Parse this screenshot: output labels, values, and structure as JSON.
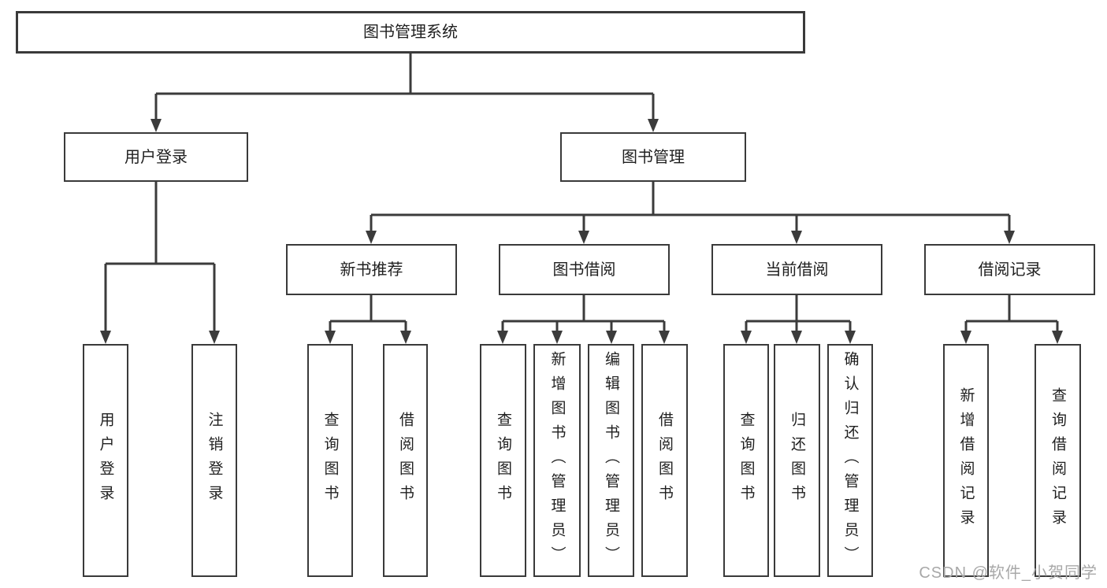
{
  "diagram": {
    "root": {
      "label": "图书管理系统"
    },
    "children": [
      {
        "label": "用户登录",
        "children": [
          {
            "label": "用户登录"
          },
          {
            "label": "注销登录"
          }
        ]
      },
      {
        "label": "图书管理",
        "children": [
          {
            "label": "新书推荐",
            "children": [
              {
                "label": "查询图书"
              },
              {
                "label": "借阅图书"
              }
            ]
          },
          {
            "label": "图书借阅",
            "children": [
              {
                "label": "查询图书"
              },
              {
                "label": "新增图书（管理员）"
              },
              {
                "label": "编辑图书（管理员）"
              },
              {
                "label": "借阅图书"
              }
            ]
          },
          {
            "label": "当前借阅",
            "children": [
              {
                "label": "查询图书"
              },
              {
                "label": "归还图书"
              },
              {
                "label": "确认归还（管理员）"
              }
            ]
          },
          {
            "label": "借阅记录",
            "children": [
              {
                "label": "新增借阅记录"
              },
              {
                "label": "查询借阅记录"
              }
            ]
          }
        ]
      }
    ]
  },
  "watermark": {
    "text": "CSDN @软件_小贺同学"
  },
  "colors": {
    "line": "#3b3b3b",
    "box_border": "#3a3a3a",
    "text": "#1f1f1f",
    "watermark": "#a8a8a8",
    "background": "#ffffff"
  }
}
